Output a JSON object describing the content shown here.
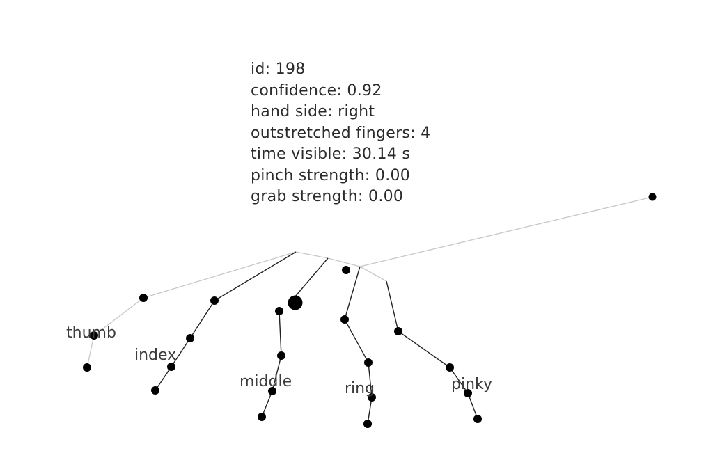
{
  "hand_info": {
    "id": "id: 198",
    "confidence": "confidence: 0.92",
    "hand_side": "hand side: right",
    "outstretched_fingers": "outstretched fingers: 4",
    "time_visible": "time visible: 30.14 s",
    "pinch_strength": "pinch strength: 0.00",
    "grab_strength": "grab strength: 0.00"
  },
  "fingers": {
    "thumb": "thumb",
    "index": "index",
    "middle": "middle",
    "ring": "ring",
    "pinky": "pinky"
  },
  "colors": {
    "bone": "#222222",
    "palm_line": "#c8c8c8",
    "joint": "#000000",
    "text": "#2a2a2a"
  }
}
